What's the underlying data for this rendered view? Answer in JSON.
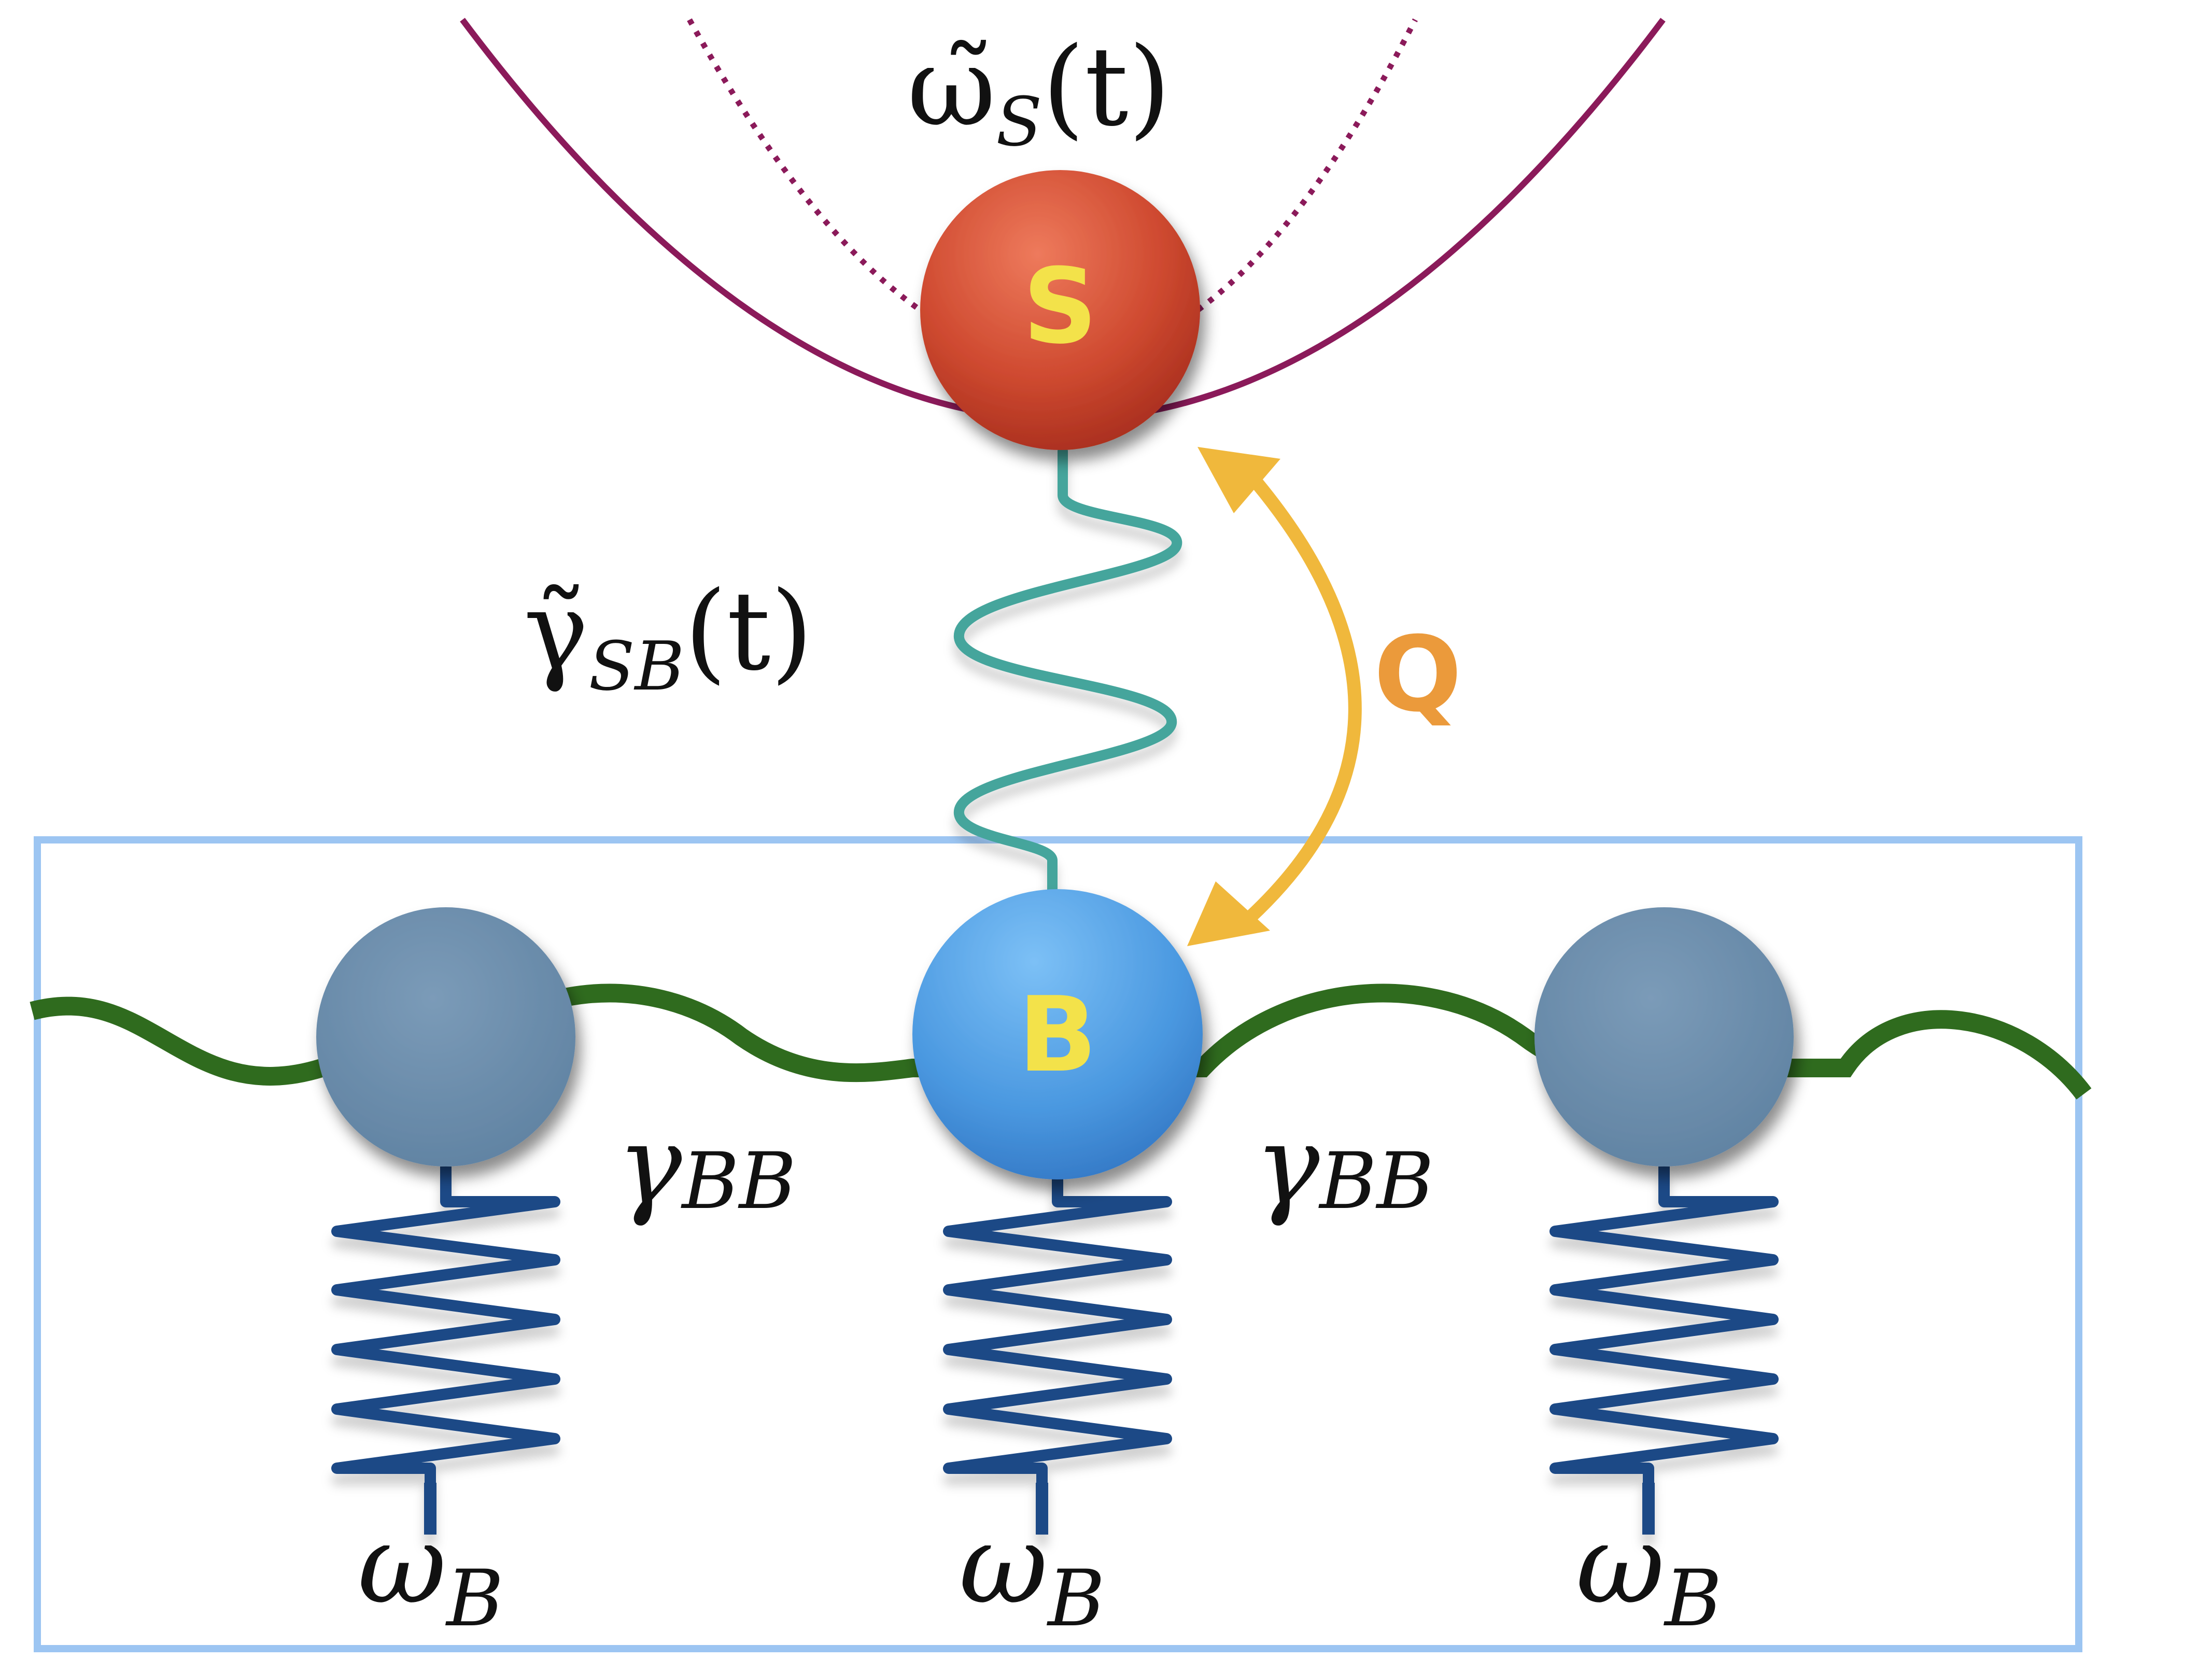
{
  "labels": {
    "system_freq": {
      "base": "ω̃",
      "sub": "S",
      "arg": "(t)"
    },
    "system_bath_coupling": {
      "base": "γ̃",
      "sub": "SB",
      "arg": "(t)"
    },
    "bath_coupling_left": {
      "base": "γ",
      "sub": "BB"
    },
    "bath_coupling_right": {
      "base": "γ",
      "sub": "BB"
    },
    "bath_freq_left": {
      "base": "ω",
      "sub": "B"
    },
    "bath_freq_center": {
      "base": "ω",
      "sub": "B"
    },
    "bath_freq_right": {
      "base": "ω",
      "sub": "B"
    },
    "heat": "Q"
  },
  "nodes": {
    "system": {
      "letter": "S",
      "color": "#c2402a"
    },
    "bath_center": {
      "letter": "B",
      "color": "#3f8fdc"
    },
    "bath_side_color": "#6a8fae"
  },
  "colors": {
    "letter": "#f3e24a",
    "potential": "#8b1a5a",
    "sb_spring": "#44a59c",
    "bb_spring": "#2f6b1e",
    "bath_spring": "#1f4a86",
    "heat_arrow": "#f0b83c",
    "heat_label": "#eb9a3b",
    "bath_box": "#9cc5f2"
  }
}
